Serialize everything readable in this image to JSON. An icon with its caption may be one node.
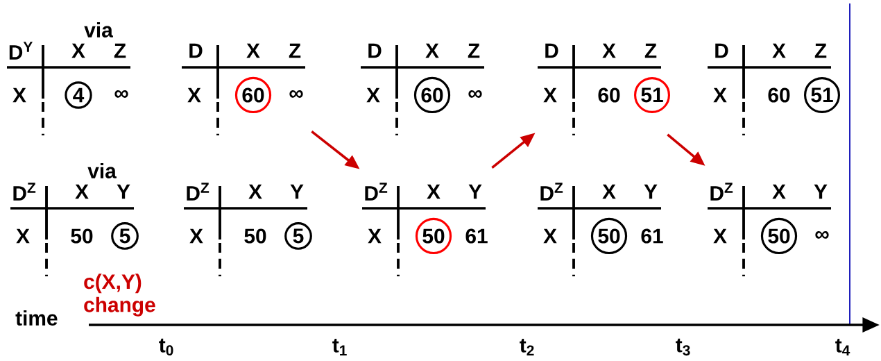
{
  "diagram": {
    "nodes": [
      {
        "text": [
          "D$^{Y}$",
          "via",
          "X",
          "Z",
          "X",
          "4",
          "∞"
        ]
      },
      {
        "text": [
          "D",
          "X",
          "Z",
          "X",
          "60",
          "∞"
        ]
      },
      {
        "text": [
          "D",
          "X",
          "Z",
          "X",
          "60",
          "∞"
        ]
      },
      {
        "text": [
          "D",
          "X",
          "Z",
          "X",
          "60",
          "51"
        ]
      },
      {
        "text": [
          "D",
          "X",
          "Z",
          "X",
          "60",
          "51"
        ]
      },
      {
        "text": [
          "D$^{Z}$",
          "via",
          "X",
          "Y",
          "X",
          "50",
          "5"
        ]
      },
      {
        "text": [
          "D$^{Z}$",
          "X",
          "Y",
          "X",
          "50",
          "5"
        ]
      },
      {
        "text": [
          "D$^{Z}$",
          "X",
          "Y",
          "X",
          "50",
          "61"
        ]
      },
      {
        "text": [
          "D$^{Z}$",
          "X",
          "Y",
          "X",
          "50",
          "61"
        ]
      },
      {
        "text": [
          "D$^{Z}$",
          "X",
          "Y",
          "X",
          "50",
          "∞"
        ]
      }
    ],
    "edges": [
      {
        "from": 1,
        "to": 7,
        "arrow": "to"
      },
      {
        "from": 7,
        "to": 3,
        "arrow": "to"
      },
      {
        "from": 3,
        "to": 9,
        "arrow": "to"
      }
    ],
    "labels": [
      "c(X,Y) change",
      "time",
      "t$_{0}$",
      "t$_{1}$",
      "t$_{2}$",
      "t$_{3}$",
      "t$_{4}$"
    ]
  }
}
